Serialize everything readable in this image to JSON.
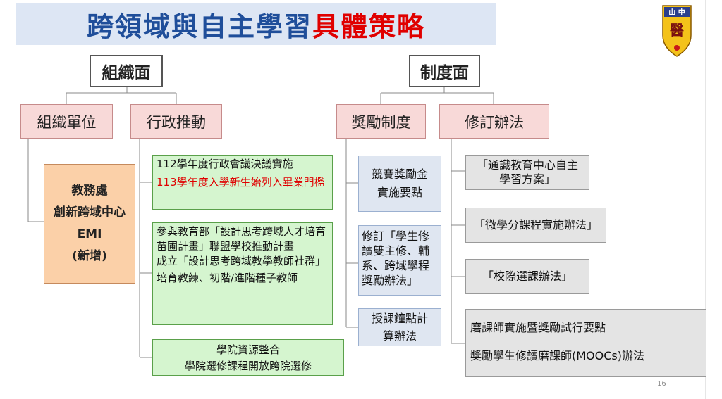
{
  "title": {
    "main": "跨領域與自主學習",
    "accent": "具體策略"
  },
  "logo": {
    "top_text": "山 中",
    "glyph": "醫",
    "icon": "school-shield-icon"
  },
  "left": {
    "heading": "組織面",
    "branch1": {
      "label": "組織單位",
      "items": [
        "教務處",
        "創新跨域中心",
        "EMI",
        "(新增)"
      ]
    },
    "branch2": {
      "label": "行政推動",
      "box1": {
        "line1": "112學年度行政會議決議實施",
        "line2": "113學年度入學新生始列入畢業門檻"
      },
      "box2": {
        "para1": "參與教育部「設計思考跨域人才培育苗圃計畫」聯盟學校推動計畫",
        "para2": "成立「設計思考跨域教學教師社群」",
        "para3": "培育教練、初階/進階種子教師"
      },
      "box3": {
        "line1": "學院資源整合",
        "line2": "學院選修課程開放跨院選修"
      }
    }
  },
  "right": {
    "heading": "制度面",
    "branch1": {
      "label": "獎勵制度",
      "items": [
        "競賽獎勵金實施要點",
        "修訂「學生修讀雙主修、輔系、跨域學程獎勵辦法」",
        "授課鐘點計算辦法"
      ]
    },
    "branch2": {
      "label": "修訂辦法",
      "items": [
        "「通識教育中心自主學習方案」",
        "「微學分課程實施辦法」",
        "「校際選課辦法」"
      ],
      "last": {
        "line1": "磨課師實施暨獎勵試行要點",
        "line2": "獎勵學生修讀磨課師(MOOCs)辦法"
      }
    }
  },
  "page_number": "16",
  "colors": {
    "title": "#1f4e9a",
    "accent": "#e00000",
    "red_text": "#e00000"
  }
}
